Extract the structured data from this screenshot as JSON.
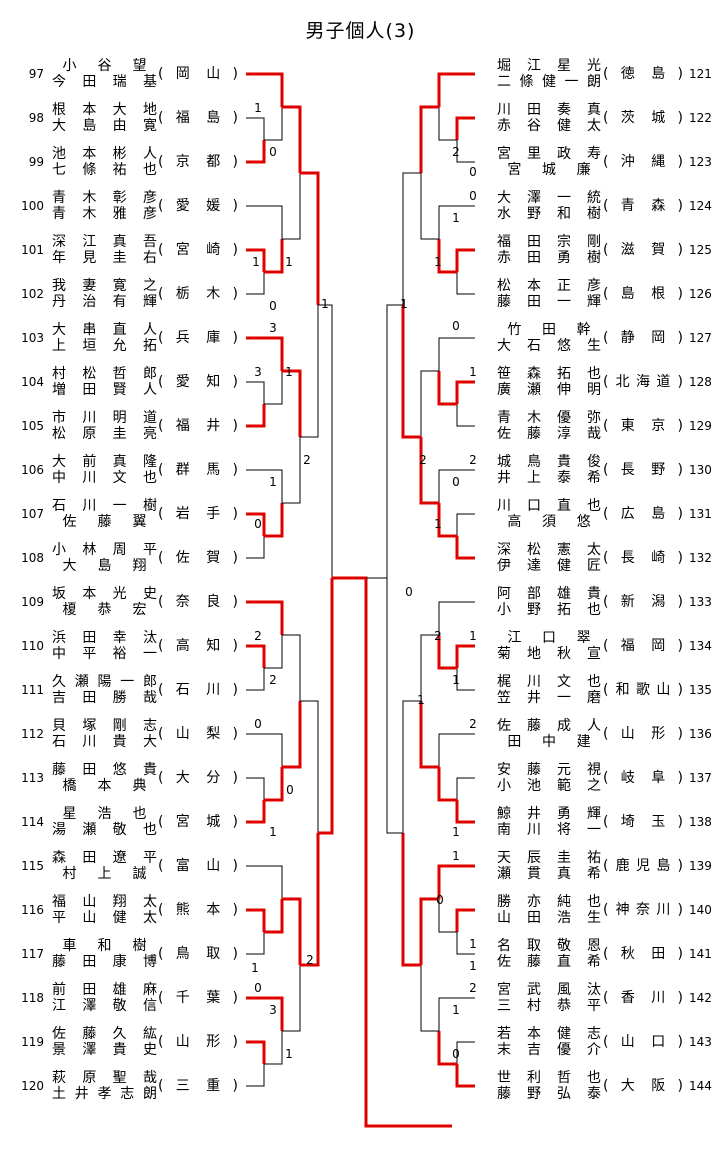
{
  "title": "男子個人(3)",
  "left_entries": [
    {
      "num": "97",
      "names": [
        "小　谷　望",
        "今田瑞基"
      ],
      "pref": "岡山"
    },
    {
      "num": "98",
      "names": [
        "根本大地",
        "大島由寛"
      ],
      "pref": "福島"
    },
    {
      "num": "99",
      "names": [
        "池本彬人",
        "七條祐也"
      ],
      "pref": "京都"
    },
    {
      "num": "100",
      "names": [
        "青木彰彦",
        "青木雅彦"
      ],
      "pref": "愛媛"
    },
    {
      "num": "101",
      "names": [
        "深江真吾",
        "年見圭右"
      ],
      "pref": "宮崎"
    },
    {
      "num": "102",
      "names": [
        "我妻寛之",
        "丹治有輝"
      ],
      "pref": "栃木"
    },
    {
      "num": "103",
      "names": [
        "大串直人",
        "上垣允拓"
      ],
      "pref": "兵庫"
    },
    {
      "num": "104",
      "names": [
        "村松哲郎",
        "増田賢人"
      ],
      "pref": "愛知"
    },
    {
      "num": "105",
      "names": [
        "市川明道",
        "松原圭亮"
      ],
      "pref": "福井"
    },
    {
      "num": "106",
      "names": [
        "大前真隆",
        "中川文也"
      ],
      "pref": "群馬"
    },
    {
      "num": "107",
      "names": [
        "石川一樹",
        "佐　藤　翼"
      ],
      "pref": "岩手"
    },
    {
      "num": "108",
      "names": [
        "小林周平",
        "大　島　翔"
      ],
      "pref": "佐賀"
    },
    {
      "num": "109",
      "names": [
        "坂本光史",
        "榎　恭　宏"
      ],
      "pref": "奈良"
    },
    {
      "num": "110",
      "names": [
        "浜田幸汰",
        "中平裕一"
      ],
      "pref": "高知"
    },
    {
      "num": "111",
      "names": [
        "久瀬陽一郎",
        "吉田勝哉"
      ],
      "pref": "石川"
    },
    {
      "num": "112",
      "names": [
        "貝塚剛志",
        "石川貴大"
      ],
      "pref": "山梨"
    },
    {
      "num": "113",
      "names": [
        "藤田悠貴",
        "橋　本　典"
      ],
      "pref": "大分"
    },
    {
      "num": "114",
      "names": [
        "星　浩　也",
        "湯瀬敬也"
      ],
      "pref": "宮城"
    },
    {
      "num": "115",
      "names": [
        "森田遼平",
        "村　上　誠"
      ],
      "pref": "富山"
    },
    {
      "num": "116",
      "names": [
        "福山翔太",
        "平山健太"
      ],
      "pref": "熊本"
    },
    {
      "num": "117",
      "names": [
        "車　和　樹",
        "藤田康博"
      ],
      "pref": "鳥取"
    },
    {
      "num": "118",
      "names": [
        "前田雄麻",
        "江澤敬信"
      ],
      "pref": "千葉"
    },
    {
      "num": "119",
      "names": [
        "佐藤久紘",
        "景澤貴史"
      ],
      "pref": "山形"
    },
    {
      "num": "120",
      "names": [
        "萩原聖哉",
        "土井孝志朗"
      ],
      "pref": "三重"
    }
  ],
  "right_entries": [
    {
      "num": "121",
      "names": [
        "堀江星光",
        "二條健一朗"
      ],
      "pref": "徳島"
    },
    {
      "num": "122",
      "names": [
        "川田奏真",
        "赤谷健太"
      ],
      "pref": "茨城"
    },
    {
      "num": "123",
      "names": [
        "宮里政寿",
        "宮　城　廉"
      ],
      "pref": "沖縄"
    },
    {
      "num": "124",
      "names": [
        "大澤一統",
        "水野和樹"
      ],
      "pref": "青森"
    },
    {
      "num": "125",
      "names": [
        "福田宗剛",
        "赤田勇樹"
      ],
      "pref": "滋賀"
    },
    {
      "num": "126",
      "names": [
        "松本正彦",
        "藤田一輝"
      ],
      "pref": "島根"
    },
    {
      "num": "127",
      "names": [
        "竹　田　幹",
        "大石悠生"
      ],
      "pref": "静岡"
    },
    {
      "num": "128",
      "names": [
        "笹森拓也",
        "廣瀬伸明"
      ],
      "pref": "北海道"
    },
    {
      "num": "129",
      "names": [
        "青木優弥",
        "佐藤淳哉"
      ],
      "pref": "東京"
    },
    {
      "num": "130",
      "names": [
        "城鳥貴俊",
        "井上泰希"
      ],
      "pref": "長野"
    },
    {
      "num": "131",
      "names": [
        "川口直也",
        "高　須　悠"
      ],
      "pref": "広島"
    },
    {
      "num": "132",
      "names": [
        "深松憲太",
        "伊達健匠"
      ],
      "pref": "長崎"
    },
    {
      "num": "133",
      "names": [
        "阿部雄貴",
        "小野拓也"
      ],
      "pref": "新潟"
    },
    {
      "num": "134",
      "names": [
        "江　口　翠",
        "菊地秋宣"
      ],
      "pref": "福岡"
    },
    {
      "num": "135",
      "names": [
        "梶川文也",
        "笠井一磨"
      ],
      "pref": "和歌山"
    },
    {
      "num": "136",
      "names": [
        "佐藤成人",
        "田　中　建"
      ],
      "pref": "山形"
    },
    {
      "num": "137",
      "names": [
        "安藤元視",
        "小池範之"
      ],
      "pref": "岐阜"
    },
    {
      "num": "138",
      "names": [
        "鯨井勇輝",
        "南川将一"
      ],
      "pref": "埼玉"
    },
    {
      "num": "139",
      "names": [
        "天辰圭祐",
        "瀬貫真希"
      ],
      "pref": "鹿児島"
    },
    {
      "num": "140",
      "names": [
        "勝亦純也",
        "山田浩生"
      ],
      "pref": "神奈川"
    },
    {
      "num": "141",
      "names": [
        "名取敬恩",
        "佐藤直希"
      ],
      "pref": "秋田"
    },
    {
      "num": "142",
      "names": [
        "宮武風汰",
        "三村恭平"
      ],
      "pref": "香川"
    },
    {
      "num": "143",
      "names": [
        "若本健志",
        "末吉優介"
      ],
      "pref": "山口"
    },
    {
      "num": "144",
      "names": [
        "世利哲也",
        "藤野弘泰"
      ],
      "pref": "大阪"
    }
  ],
  "scores": [
    {
      "v": "1"
    },
    {
      "v": "0"
    },
    {
      "v": "1"
    },
    {
      "v": "1"
    },
    {
      "v": "0"
    },
    {
      "v": "1"
    },
    {
      "v": "3"
    },
    {
      "v": "3"
    },
    {
      "v": "1"
    },
    {
      "v": "2"
    },
    {
      "v": "1"
    },
    {
      "v": "0"
    },
    {
      "v": "2"
    },
    {
      "v": "2"
    },
    {
      "v": "0"
    },
    {
      "v": "0"
    },
    {
      "v": "1"
    },
    {
      "v": "1"
    },
    {
      "v": "0"
    },
    {
      "v": "3"
    },
    {
      "v": "2"
    },
    {
      "v": "1"
    },
    {
      "v": "0"
    },
    {
      "v": "1"
    },
    {
      "v": "0"
    },
    {
      "v": "2"
    },
    {
      "v": "0"
    },
    {
      "v": "1"
    },
    {
      "v": "1"
    },
    {
      "v": "0"
    },
    {
      "v": "1"
    },
    {
      "v": "2"
    },
    {
      "v": "2"
    },
    {
      "v": "0"
    },
    {
      "v": "1"
    },
    {
      "v": "2"
    },
    {
      "v": "1"
    },
    {
      "v": "1"
    },
    {
      "v": "2"
    },
    {
      "v": "1"
    },
    {
      "v": "1"
    },
    {
      "v": "1"
    },
    {
      "v": "0"
    },
    {
      "v": "1"
    },
    {
      "v": "2"
    },
    {
      "v": "1"
    },
    {
      "v": "1"
    },
    {
      "v": "0"
    }
  ],
  "colors": {
    "winner_line": "#e00000",
    "bracket_line": "#000000"
  }
}
